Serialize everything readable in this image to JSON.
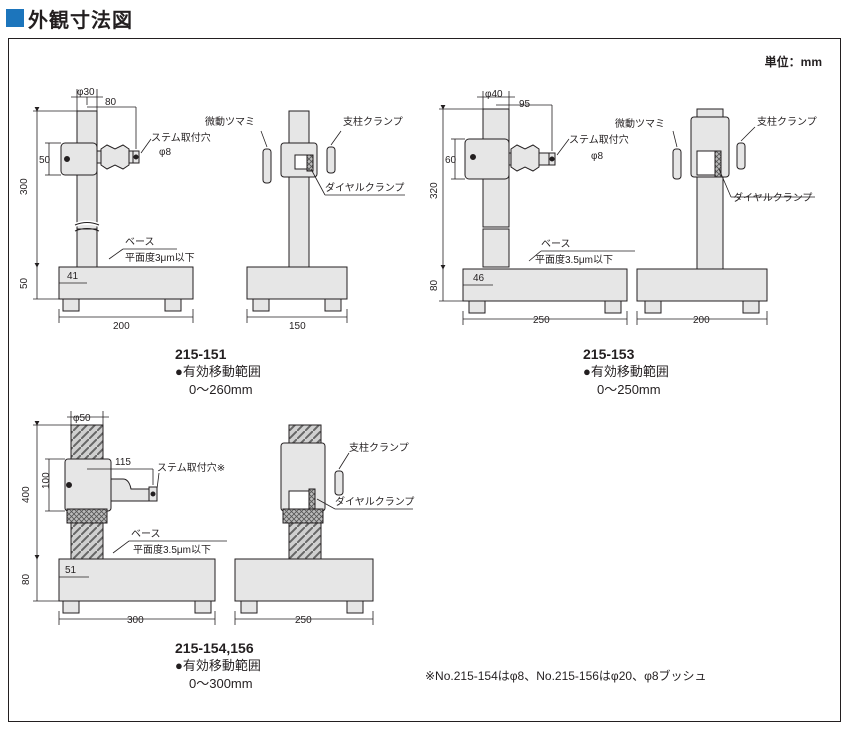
{
  "header": {
    "title": "外観寸法図",
    "accent": "#1c75bc"
  },
  "unit_label": "単位：mm",
  "models": [
    {
      "model": "215-151",
      "range_label": "●有効移動範囲",
      "range_value": "0〜260mm",
      "dims": {
        "rod_dia": "φ30",
        "arm": "80",
        "clamp_h": "50",
        "column": "300",
        "base_h": "50",
        "offset": "41",
        "base_w": "200",
        "depth": "150"
      },
      "labels": {
        "stem_hole": "ステム取付穴",
        "stem_dia": "φ8",
        "fine": "微動ツマミ",
        "col_clamp": "支柱クランプ",
        "dial_clamp": "ダイヤルクランプ",
        "base": "ベース",
        "flatness": "平面度3μm以下"
      }
    },
    {
      "model": "215-153",
      "range_label": "●有効移動範囲",
      "range_value": "0〜250mm",
      "dims": {
        "rod_dia": "φ40",
        "arm": "95",
        "clamp_h": "60",
        "column": "320",
        "base_h": "80",
        "offset": "46",
        "base_w": "250",
        "depth": "200"
      },
      "labels": {
        "stem_hole": "ステム取付穴",
        "stem_dia": "φ8",
        "fine": "微動ツマミ",
        "col_clamp": "支柱クランプ",
        "dial_clamp": "ダイヤルクランプ",
        "base": "ベース",
        "flatness": "平面度3.5μm以下"
      }
    },
    {
      "model": "215-154,156",
      "range_label": "●有効移動範囲",
      "range_value": "0〜300mm",
      "dims": {
        "rod_dia": "φ50",
        "arm": "115",
        "clamp_h": "100",
        "column": "400",
        "base_h": "80",
        "offset": "51",
        "base_w": "300",
        "depth": "250"
      },
      "labels": {
        "stem_hole": "ステム取付穴※",
        "col_clamp": "支柱クランプ",
        "dial_clamp": "ダイヤルクランプ",
        "base": "ベース",
        "flatness": "平面度3.5μm以下"
      }
    }
  ],
  "footnote": "※No.215-154はφ8、No.215-156はφ20、φ8ブッシュ"
}
